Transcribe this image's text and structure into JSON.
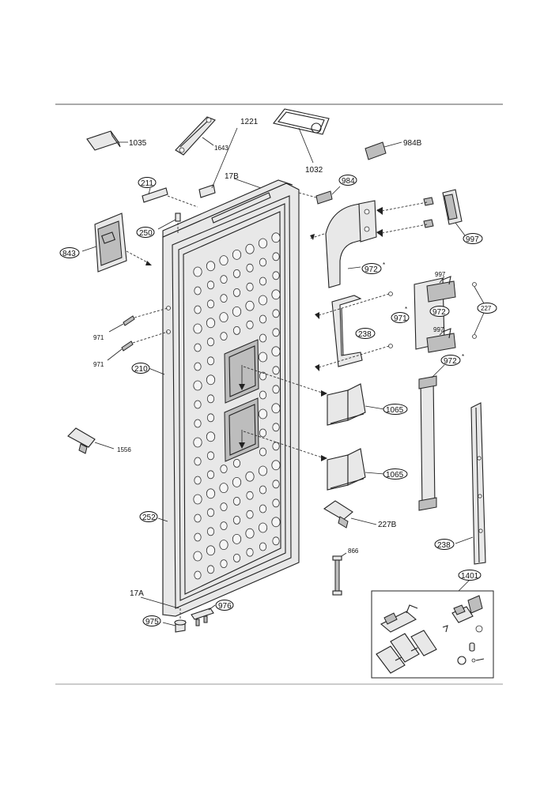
{
  "parts": [
    {
      "id": "p1035",
      "label": "1035",
      "circled": false
    },
    {
      "id": "p1643",
      "label": "1643",
      "circled": false
    },
    {
      "id": "p1221",
      "label": "1221",
      "circled": false
    },
    {
      "id": "p1032",
      "label": "1032",
      "circled": false
    },
    {
      "id": "p984B",
      "label": "984B",
      "circled": false
    },
    {
      "id": "p17B",
      "label": "17B",
      "circled": false
    },
    {
      "id": "p211",
      "label": "211",
      "circled": true
    },
    {
      "id": "p984",
      "label": "984",
      "circled": true
    },
    {
      "id": "p250",
      "label": "250",
      "circled": true
    },
    {
      "id": "p843",
      "label": "843",
      "circled": true
    },
    {
      "id": "p997a",
      "label": "997",
      "circled": true
    },
    {
      "id": "p972a",
      "label": "972",
      "circled": true
    },
    {
      "id": "p997b",
      "label": "997",
      "circled": false
    },
    {
      "id": "p972b",
      "label": "972",
      "circled": true
    },
    {
      "id": "p227",
      "label": "227",
      "circled": true
    },
    {
      "id": "p971a",
      "label": "971",
      "circled": false
    },
    {
      "id": "p971b",
      "label": "971",
      "circled": true
    },
    {
      "id": "p971c",
      "label": "971",
      "circled": false
    },
    {
      "id": "p238a",
      "label": "238",
      "circled": true
    },
    {
      "id": "p997c",
      "label": "997",
      "circled": false
    },
    {
      "id": "p972c",
      "label": "972",
      "circled": true
    },
    {
      "id": "p210",
      "label": "210",
      "circled": true
    },
    {
      "id": "p1065a",
      "label": "1065",
      "circled": true
    },
    {
      "id": "p1556",
      "label": "1556",
      "circled": false
    },
    {
      "id": "p1065b",
      "label": "1065",
      "circled": true
    },
    {
      "id": "p252",
      "label": "252",
      "circled": true
    },
    {
      "id": "p227B",
      "label": "227B",
      "circled": false
    },
    {
      "id": "p238b",
      "label": "238",
      "circled": true
    },
    {
      "id": "p866",
      "label": "866",
      "circled": false
    },
    {
      "id": "p1401",
      "label": "1401",
      "circled": true
    },
    {
      "id": "p17A",
      "label": "17A",
      "circled": false
    },
    {
      "id": "p976",
      "label": "976",
      "circled": true
    },
    {
      "id": "p975",
      "label": "975",
      "circled": true
    }
  ],
  "asterisk": "*"
}
